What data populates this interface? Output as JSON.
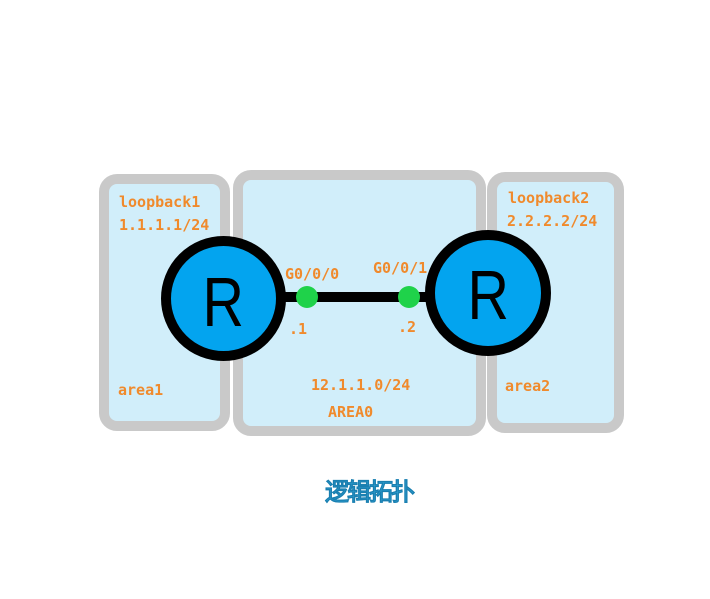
{
  "areas": {
    "area1": {
      "loopback_name": "loopback1",
      "loopback_ip": "1.1.1.1/24",
      "label": "area1"
    },
    "area0": {
      "network": "12.1.1.0/24",
      "label": "AREA0"
    },
    "area2": {
      "loopback_name": "loopback2",
      "loopback_ip": "2.2.2.2/24",
      "label": "area2"
    }
  },
  "routers": [
    {
      "symbol": "R",
      "interface": "G0/0/0",
      "ip_suffix": ".1"
    },
    {
      "symbol": "R",
      "interface": "G0/0/1",
      "ip_suffix": ".2"
    }
  ],
  "caption": "逻辑拓扑",
  "colors": {
    "area_fill": "#d1eefa",
    "area_border": "#c9c9c9",
    "router_fill": "#03a4ef",
    "port": "#1fd24a",
    "label_text": "#f08a2c",
    "caption": "#33a6d8"
  }
}
